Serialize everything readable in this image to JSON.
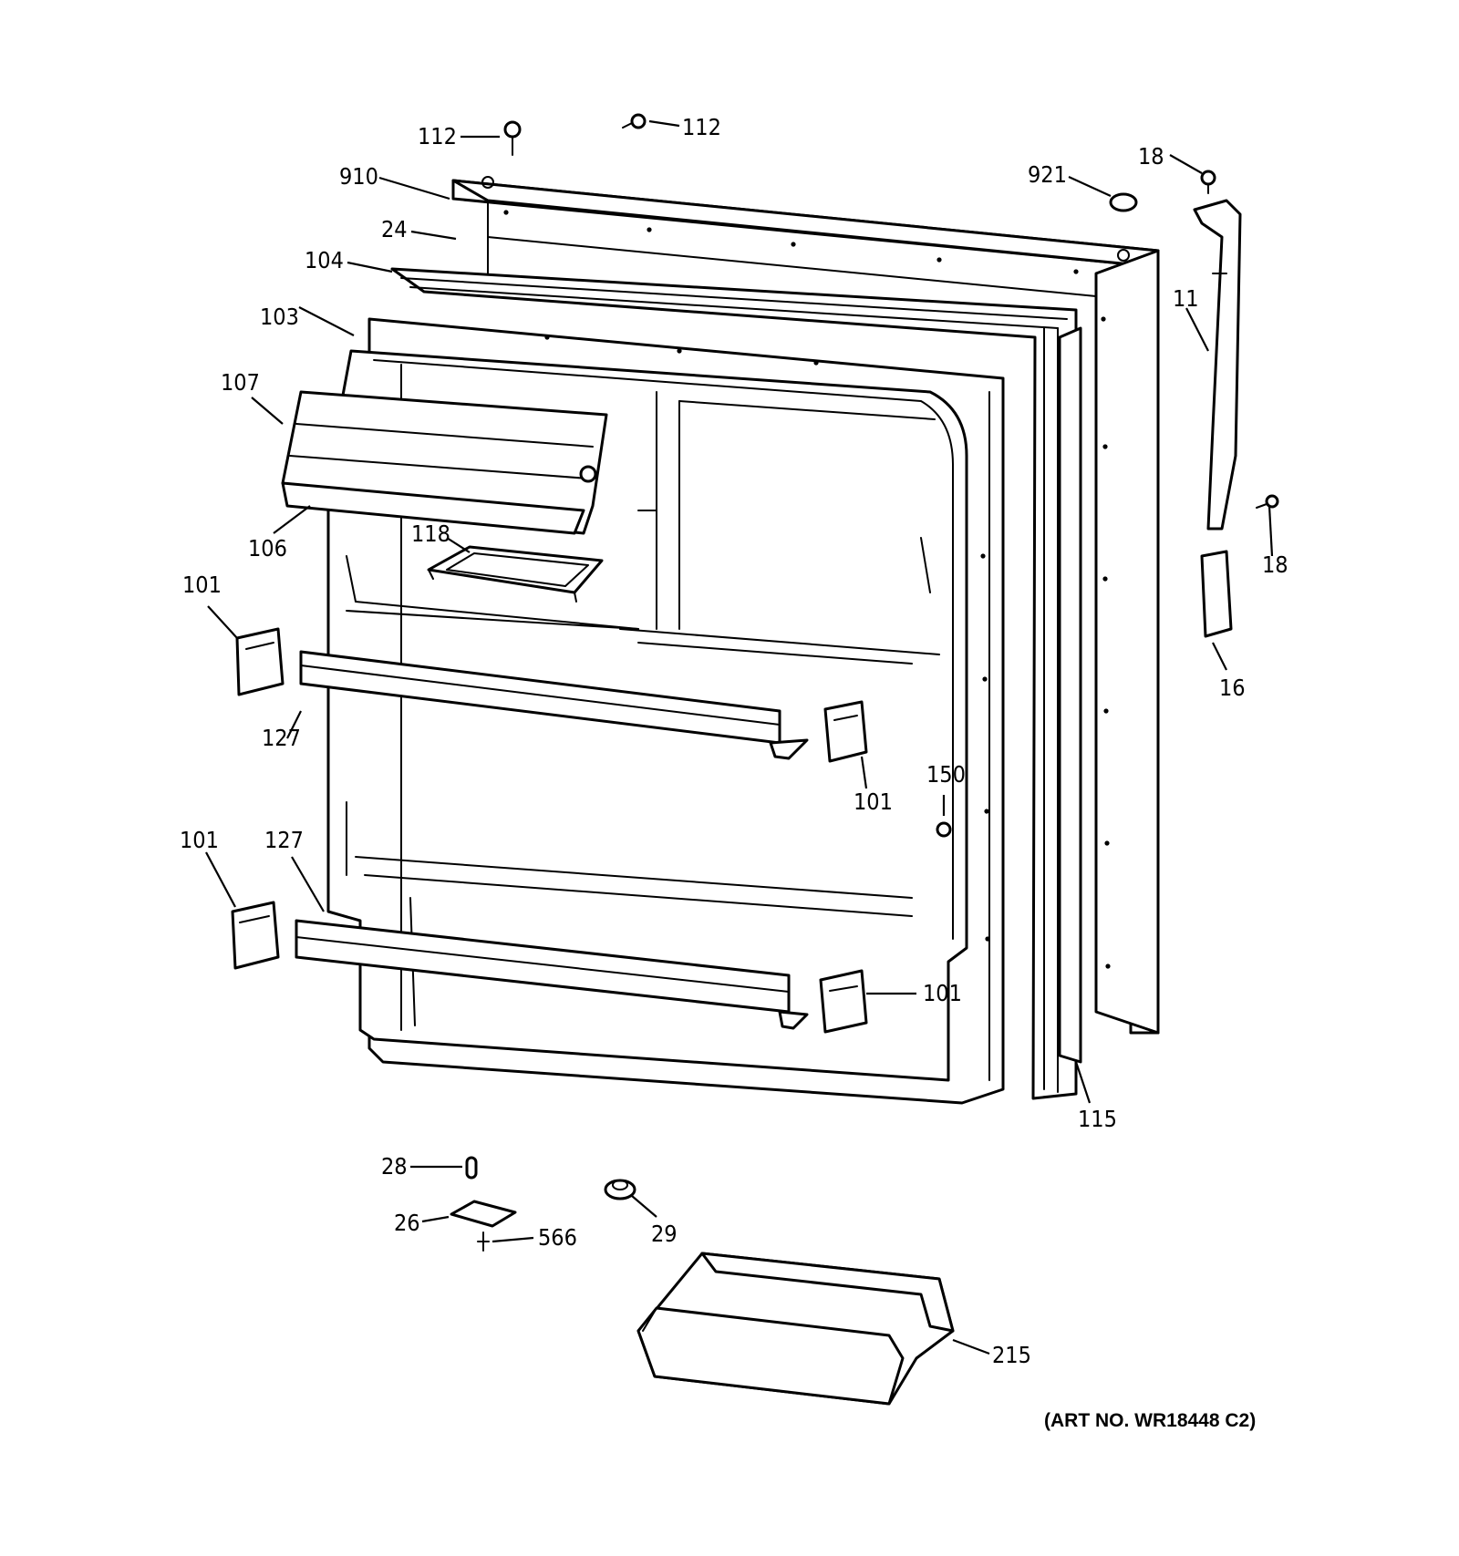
{
  "diagram": {
    "labels": {
      "screw_top_left": "112",
      "screw_top_right": "112",
      "cap_910": "910",
      "plug_921": "921",
      "screw_18_top": "18",
      "gasket_24": "24",
      "liner_104": "104",
      "liner_103": "103",
      "hinge_11": "11",
      "cover_107": "107",
      "door_106": "106",
      "shelf_118": "118",
      "screw_18_side": "18",
      "cap_101_a": "101",
      "cover_16": "16",
      "bar_127_a": "127",
      "cap_101_b": "101",
      "stop_150": "150",
      "cap_101_c": "101",
      "bar_127_b": "127",
      "cap_101_d": "101",
      "panel_115": "115",
      "pin_28": "28",
      "plate_26": "26",
      "screw_566": "566",
      "plug_29": "29",
      "bin_215": "215"
    },
    "art_number": "(ART NO. WR18448 C2)"
  }
}
